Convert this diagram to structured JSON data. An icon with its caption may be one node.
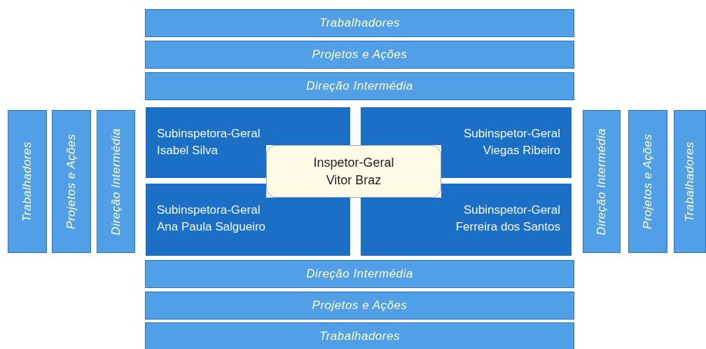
{
  "diagram": {
    "nodes": [
      {
        "text": [
          "Trabalhadores"
        ]
      },
      {
        "text": [
          "Projetos e Ações"
        ]
      },
      {
        "text": [
          "Direção Intermédia"
        ]
      },
      {
        "text": [
          "Trabalhadores"
        ]
      },
      {
        "text": [
          "Projetos e Ações"
        ]
      },
      {
        "text": [
          "Direção Intermédia"
        ]
      },
      {
        "text": [
          "Subinspetora-Geral",
          "Isabel Silva"
        ]
      },
      {
        "text": [
          "Subinspetor-Geral",
          "Viegas Ribeiro"
        ]
      },
      {
        "text": [
          "Inspetor-Geral",
          "Vitor Braz"
        ]
      },
      {
        "text": [
          "Subinspetora-Geral",
          "Ana Paula Salgueiro"
        ]
      },
      {
        "text": [
          "Subinspetor-Geral",
          "Ferreira dos Santos"
        ]
      },
      {
        "text": [
          "Direção Intermédia"
        ]
      },
      {
        "text": [
          "Projetos e Ações"
        ]
      },
      {
        "text": [
          "Trabalhadores"
        ]
      },
      {
        "text": [
          "Direção Intermédia"
        ]
      },
      {
        "text": [
          "Projetos e Ações"
        ]
      },
      {
        "text": [
          "Trabalhadores"
        ]
      }
    ]
  }
}
